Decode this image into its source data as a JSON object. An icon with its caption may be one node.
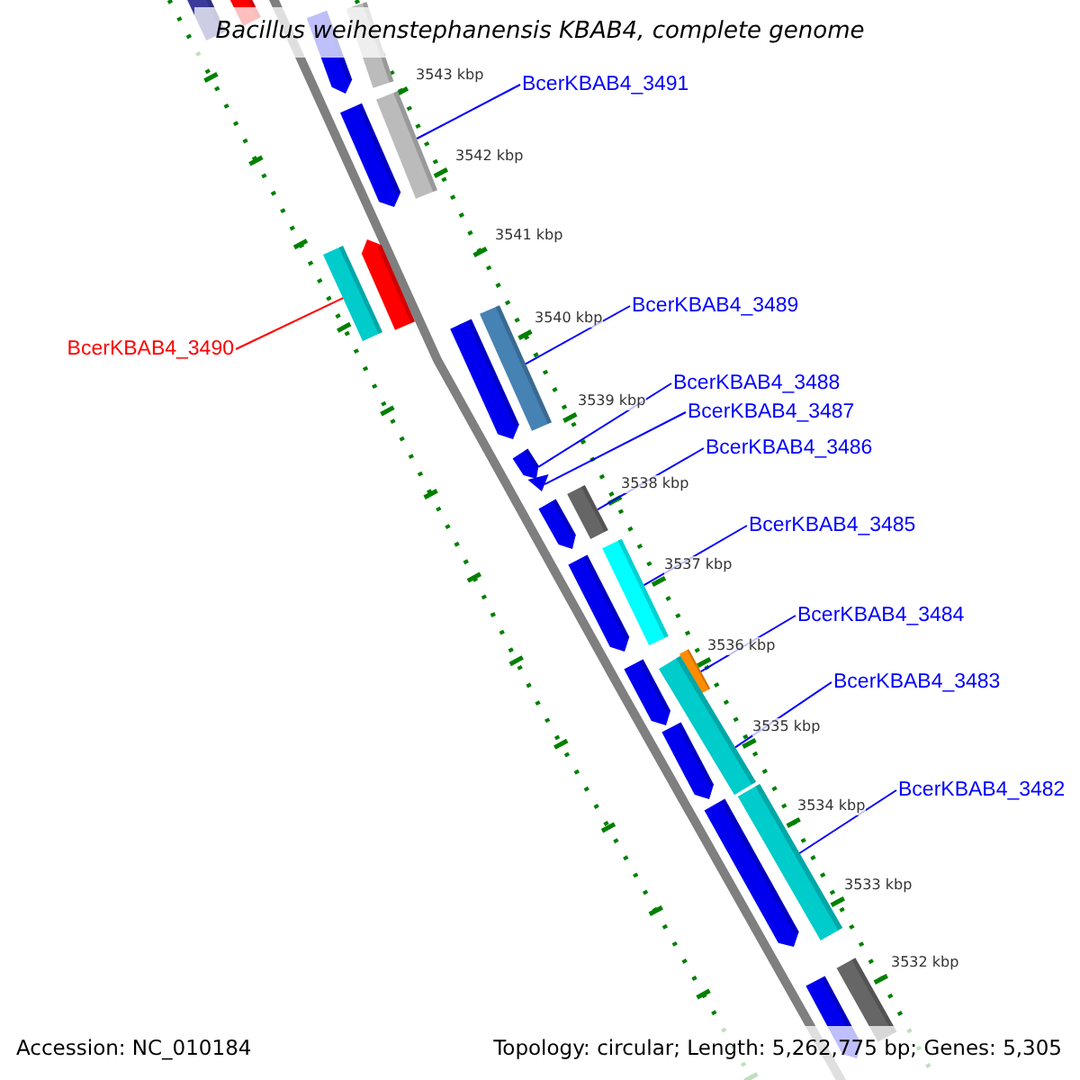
{
  "diagram": {
    "title": "Bacillus weihenstephanensis KBAB4, complete genome",
    "nodes": [
      {
        "text": [
          "BcerKBAB4_3491"
        ]
      },
      {
        "text": [
          "BcerKBAB4_3489"
        ]
      },
      {
        "text": [
          "BcerKBAB4_3490"
        ]
      },
      {
        "text": [
          "BcerKBAB4_3488"
        ]
      },
      {
        "text": [
          "BcerKBAB4_3487"
        ]
      },
      {
        "text": [
          "BcerKBAB4_3486"
        ]
      },
      {
        "text": [
          "BcerKBAB4_3485"
        ]
      },
      {
        "text": [
          "BcerKBAB4_3484"
        ]
      },
      {
        "text": [
          "BcerKBAB4_3483"
        ]
      },
      {
        "text": [
          "BcerKBAB4_3482"
        ]
      },
      {
        "text": [],
        "shape": "bar"
      },
      {
        "text": [],
        "shape": "bar"
      },
      {
        "text": [],
        "shape": "bar"
      },
      {
        "text": [],
        "shape": "arrow"
      },
      {
        "text": [],
        "shape": "triangle"
      },
      {
        "text": [],
        "shape": "bar"
      },
      {
        "text": [],
        "shape": "bar"
      },
      {
        "text": [],
        "shape": "bar"
      },
      {
        "text": [],
        "shape": "bar"
      },
      {
        "text": [],
        "shape": "bar"
      }
    ],
    "edges": [
      {
        "from": 0,
        "to": 10,
        "arrow": "none"
      },
      {
        "from": 1,
        "to": 12,
        "arrow": "none"
      },
      {
        "from": 2,
        "to": 11,
        "arrow": "none",
        "color": "#ff0000"
      },
      {
        "from": 3,
        "to": 13,
        "arrow": "none"
      },
      {
        "from": 4,
        "to": 14,
        "arrow": "none"
      },
      {
        "from": 5,
        "to": 15,
        "arrow": "none"
      },
      {
        "from": 6,
        "to": 16,
        "arrow": "none"
      },
      {
        "from": 7,
        "to": 17,
        "arrow": "none"
      },
      {
        "from": 8,
        "to": 18,
        "arrow": "none"
      },
      {
        "from": 9,
        "to": 19,
        "arrow": "none"
      }
    ],
    "labels": [
      "3543 kbp",
      "3542 kbp",
      "3541 kbp",
      "3540 kbp",
      "3539 kbp",
      "3538 kbp",
      "3537 kbp",
      "3536 kbp",
      "3535 kbp",
      "3534 kbp",
      "3533 kbp",
      "3532 kbp",
      "Accession: NC_010184",
      "Topology: circular; Length: 5,262,775 bp; Genes: 5,305"
    ]
  }
}
